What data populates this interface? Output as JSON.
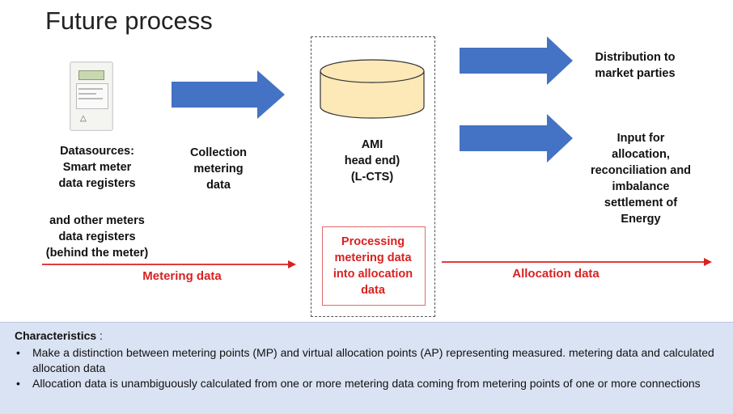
{
  "title": "Future process",
  "datasources": {
    "line1": "Datasources:\nSmart meter\ndata registers",
    "line2": "and other meters\ndata registers\n(behind the meter)"
  },
  "collection": "Collection\nmetering\ndata",
  "ami": "AMI\nhead end)\n(L-CTS)",
  "processing": "Processing\nmetering data\ninto allocation\ndata",
  "distribution": "Distribution to\nmarket parties",
  "input": "Input for\nallocation,\nreconciliation and\nimbalance\nsettlement of\nEnergy",
  "metering_data_label": "Metering data",
  "allocation_data_label": "Allocation data",
  "characteristics": {
    "heading": "Characteristics",
    "colon": " :",
    "items": [
      "Make a distinction between metering points (MP) and virtual allocation points (AP) representing measured. metering data and calculated allocation data",
      "Allocation data is unambiguously calculated from one or more metering data coming from metering points of one or more connections"
    ]
  },
  "colors": {
    "arrow_blue": "#4472c4",
    "db_fill": "#fde9b8",
    "red": "#d92121",
    "panel": "#dae3f3"
  }
}
